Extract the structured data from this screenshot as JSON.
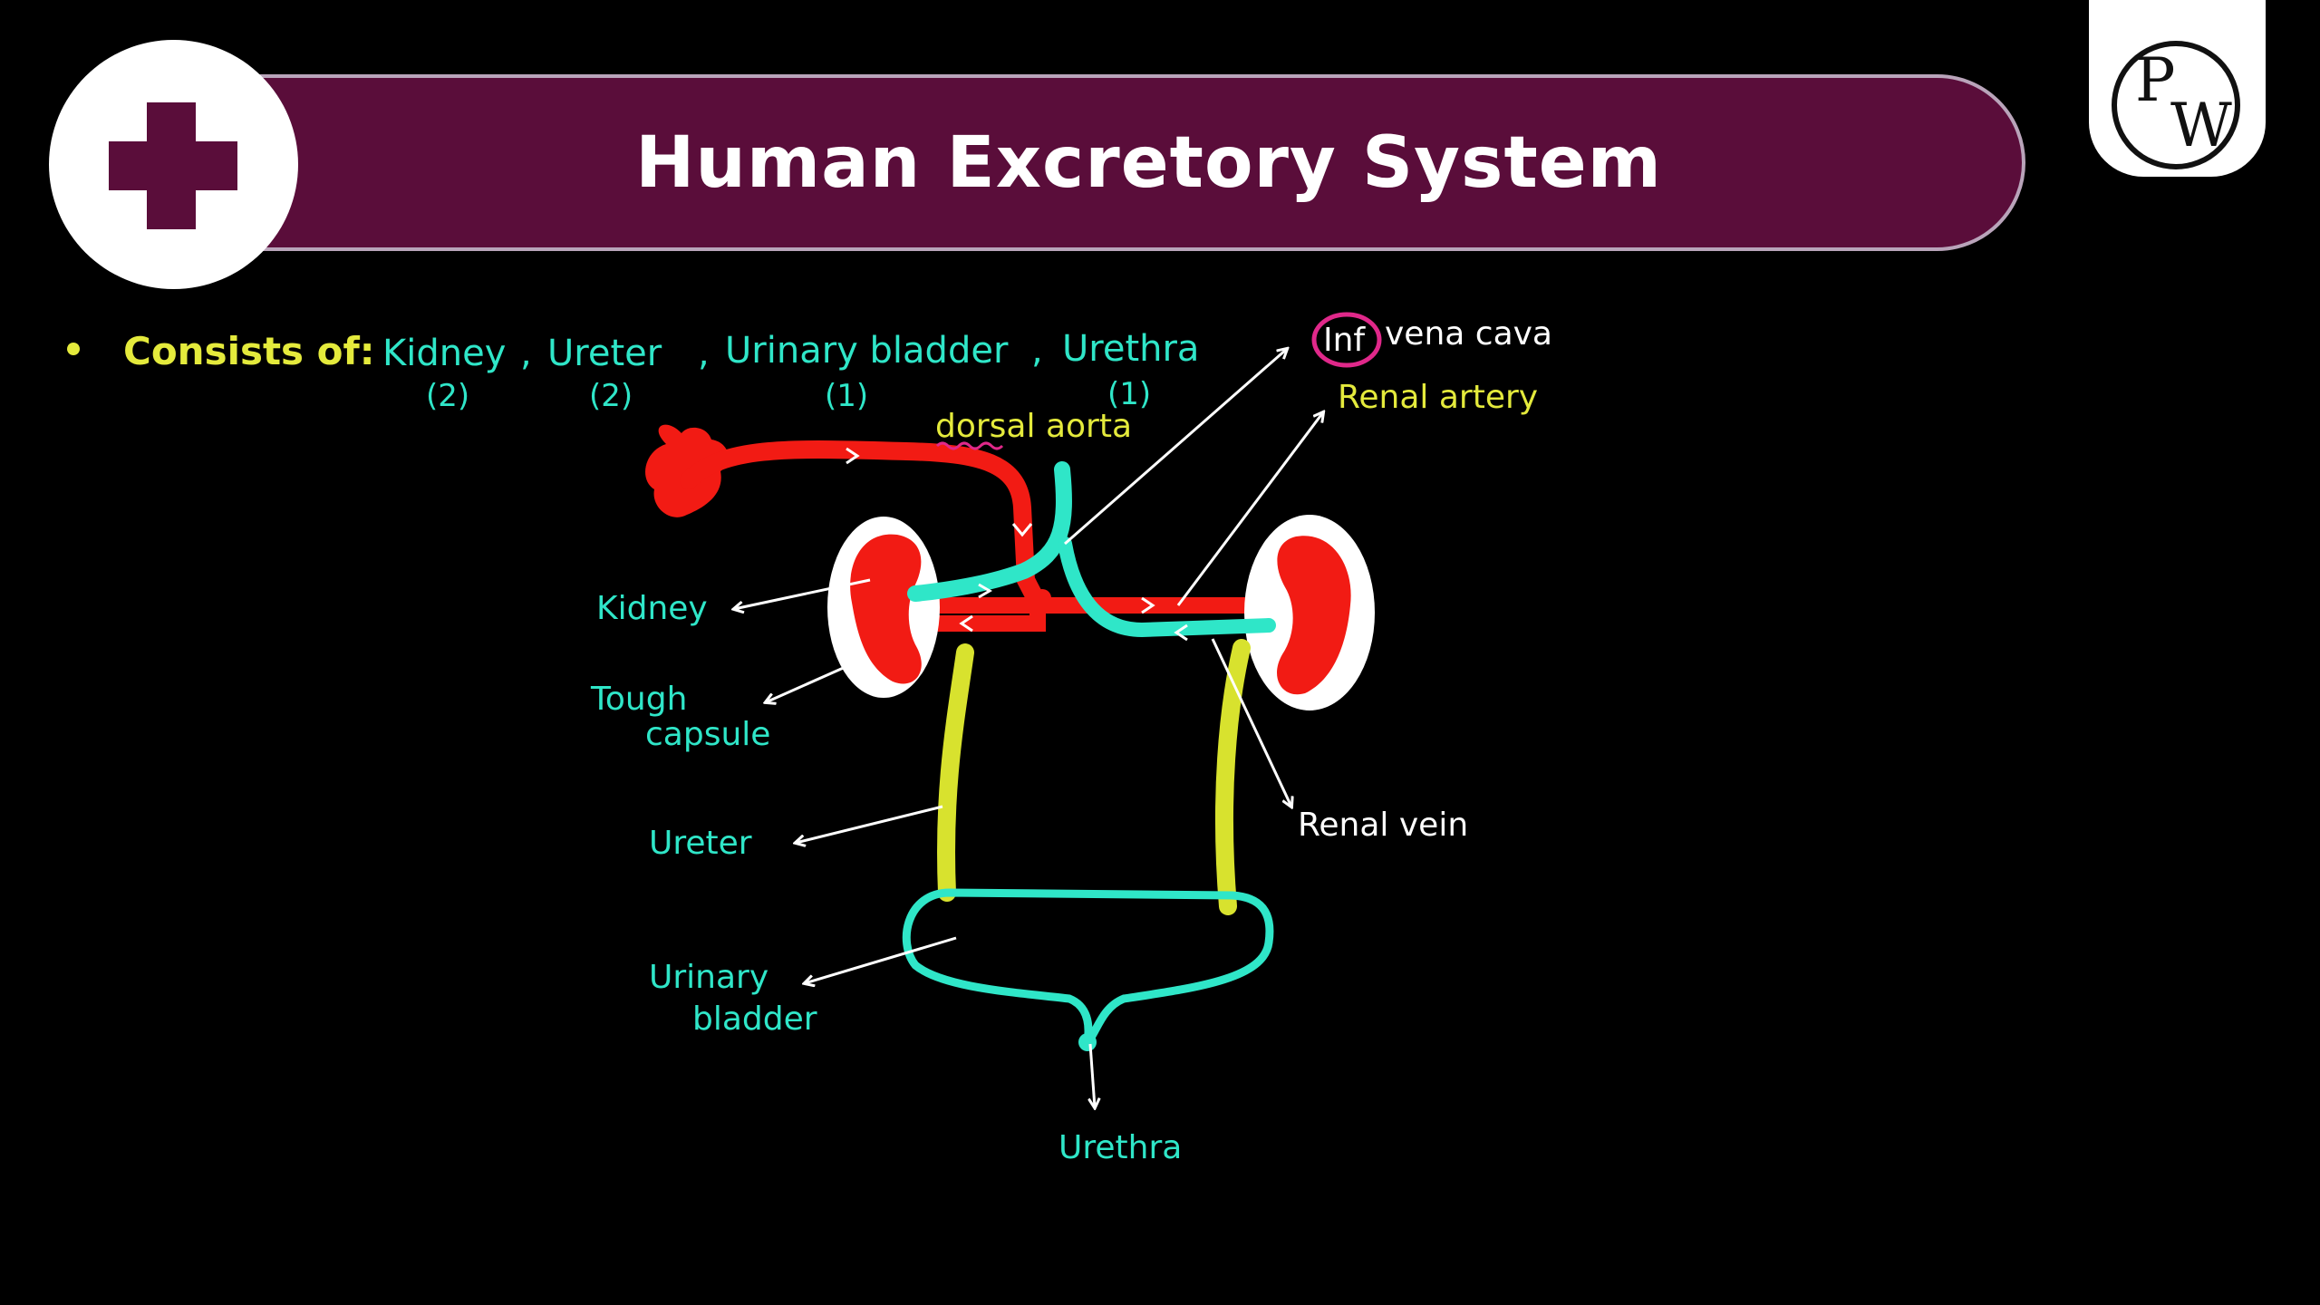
{
  "header": {
    "title": "Human Excretory System",
    "logo_p": "P",
    "logo_w": "W"
  },
  "intro": {
    "label": "Consists of:",
    "parts": [
      {
        "name": "Kidney",
        "count": "(2)"
      },
      {
        "name": "Ureter",
        "count": "(2)"
      },
      {
        "name": "Urinary bladder",
        "count": "(1)"
      },
      {
        "name": "Urethra",
        "count": "(1)"
      }
    ],
    "separators": [
      ",",
      ",",
      ","
    ]
  },
  "labels": {
    "dorsal_aorta": "dorsal aorta",
    "inf_vena_cava_prefix": "Inf",
    "inf_vena_cava": "vena cava",
    "renal_artery": "Renal artery",
    "kidney": "Kidney",
    "tough_capsule_1": "Tough",
    "tough_capsule_2": "capsule",
    "renal_vein": "Renal vein",
    "ureter": "Ureter",
    "urinary_bladder_1": "Urinary",
    "urinary_bladder_2": "bladder",
    "urethra": "Urethra"
  },
  "colors": {
    "banner": "#5a0d3a",
    "accent_yellow": "#e4ea3c",
    "teal": "#2fe6c8",
    "red": "#f21b14",
    "ureter_yellow": "#d8e22e",
    "circle_mark": "#e0288a",
    "text_white": "#ffffff"
  },
  "icons": [
    "plus-icon",
    "pw-logo-icon"
  ]
}
